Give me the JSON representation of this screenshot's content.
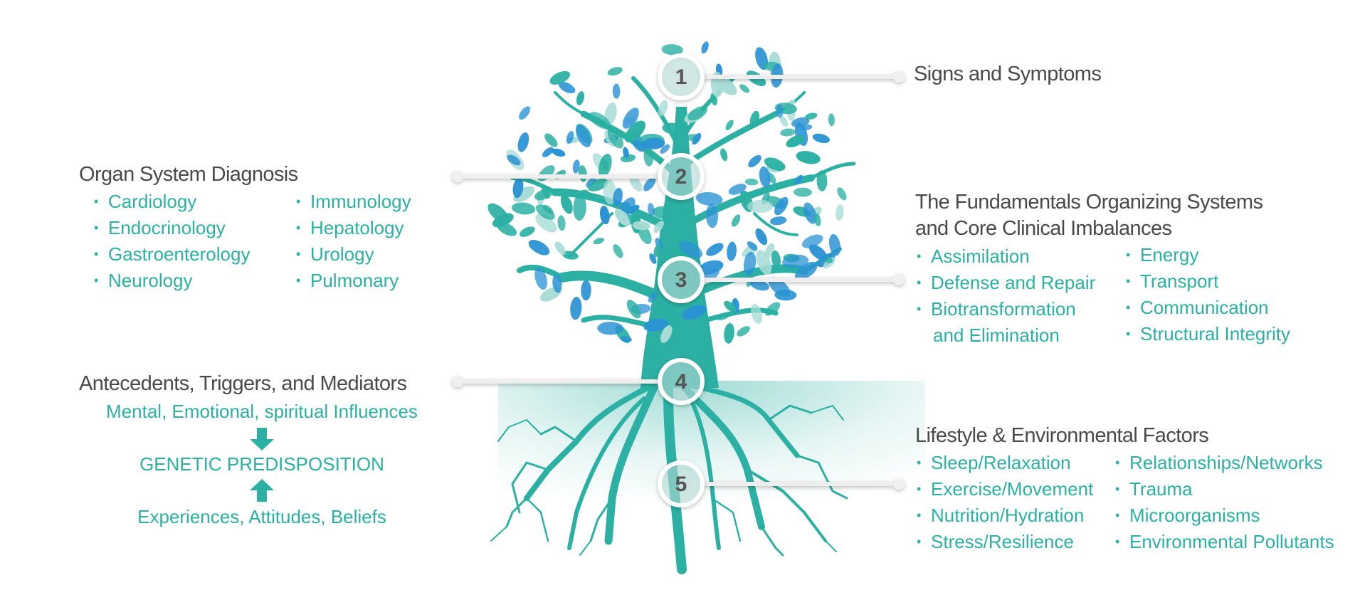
{
  "steps": [
    {
      "num": "1",
      "heading": "Signs and Symptoms"
    },
    {
      "num": "2",
      "heading": "Organ System Diagnosis",
      "col1": [
        "Cardiology",
        "Endocrinology",
        "Gastroenterology",
        "Neurology"
      ],
      "col2": [
        "Immunology",
        "Hepatology",
        "Urology",
        "Pulmonary"
      ]
    },
    {
      "num": "3",
      "heading_line1": "The Fundamentals Organizing Systems",
      "heading_line2": "and Core Clinical Imbalances",
      "col1": [
        "Assimilation",
        "Defense and Repair",
        "Biotransformation"
      ],
      "col1_continuation": "and Elimination",
      "col2": [
        "Energy",
        "Transport",
        "Communication",
        "Structural Integrity"
      ]
    },
    {
      "num": "4",
      "heading": "Antecedents, Triggers, and Mediators",
      "line_top": "Mental, Emotional, spiritual Influences",
      "line_middle": "GENETIC PREDISPOSITION",
      "line_bottom": "Experiences, Attitudes, Beliefs"
    },
    {
      "num": "5",
      "heading": "Lifestyle & Environmental Factors",
      "col1": [
        "Sleep/Relaxation",
        "Exercise/Movement",
        "Nutrition/Hydration",
        "Stress/Resilience"
      ],
      "col2": [
        "Relationships/Networks",
        "Trauma",
        "Microorganisms",
        "Environmental Pollutants"
      ]
    }
  ],
  "colors": {
    "teal": "#2bb0a3",
    "blue": "#2b93d4",
    "light": "#a8dcd6",
    "heading": "#4a4a4c",
    "number": "#555557"
  }
}
